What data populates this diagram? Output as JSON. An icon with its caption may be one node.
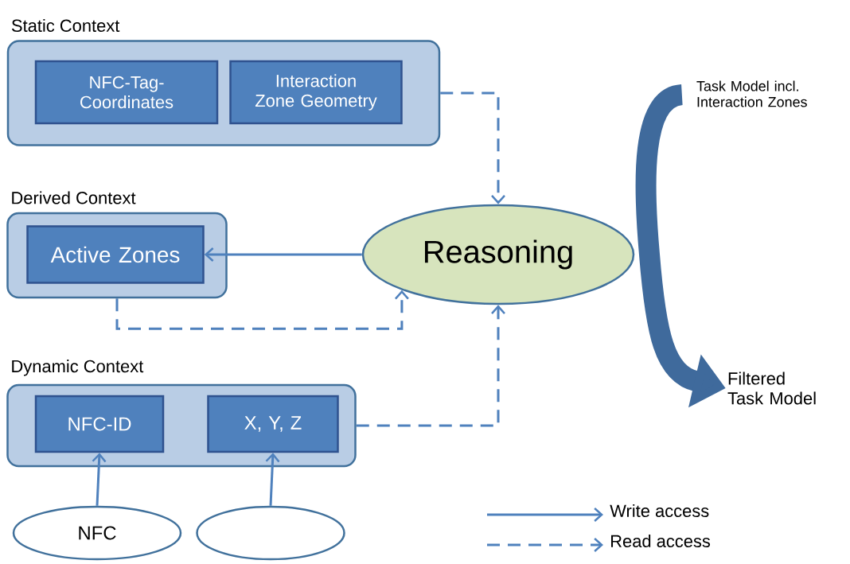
{
  "diagram": {
    "nodes": [
      {
        "text": [
          "Static Context"
        ]
      },
      {
        "text": [
          "NFC-Tag-Coordinates"
        ],
        "in": 0
      },
      {
        "text": [
          "Interaction Zone Geometry"
        ],
        "in": 0
      },
      {
        "text": [
          "Derived Context"
        ]
      },
      {
        "text": [
          "Active Zones"
        ],
        "in": 3
      },
      {
        "text": [
          "Dynamic Context"
        ]
      },
      {
        "text": [
          "NFC-ID"
        ],
        "in": 5
      },
      {
        "text": [
          "X, Y, Z"
        ],
        "in": 5
      },
      {
        "text": [
          "Reasoning"
        ]
      },
      {
        "text": [
          "NFC"
        ]
      },
      {
        "text": [],
        "shape": "ellipse"
      },
      {
        "text": [
          "Task Model incl. Interaction Zones"
        ]
      },
      {
        "text": [
          "Filtered Task Model"
        ]
      }
    ],
    "edges": [
      {
        "from": 0,
        "to": 8,
        "arrow": "to",
        "style": "dashed"
      },
      {
        "from": 8,
        "to": 4,
        "arrow": "to"
      },
      {
        "from": 3,
        "to": 8,
        "arrow": "to",
        "style": "dashed"
      },
      {
        "from": 5,
        "to": 8,
        "arrow": "to",
        "style": "dashed"
      },
      {
        "from": 9,
        "to": 6,
        "arrow": "to"
      },
      {
        "from": 10,
        "to": 7,
        "arrow": "to"
      },
      {
        "from": 11,
        "to": 12,
        "arrow": "to",
        "style": "thick",
        "color": "#3f6a9c"
      }
    ],
    "legend": [
      {
        "text": "Write access"
      },
      {
        "text": "Read access"
      }
    ]
  }
}
